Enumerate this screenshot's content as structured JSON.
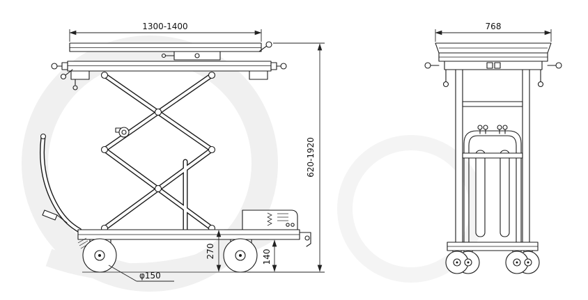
{
  "figure": {
    "kind": "technical-drawing",
    "subject": "scissor lift table - side and front elevation views",
    "dimensions": {
      "platform_length": "1300-1400",
      "lift_height": "620-1920",
      "base_height": "270",
      "ground_clearance": "140",
      "caster_diameter": "φ150",
      "overall_width": "768"
    },
    "colors": {
      "line": "#1a1a1a",
      "background": "#ffffff",
      "watermark": "#f0f0f0"
    }
  }
}
